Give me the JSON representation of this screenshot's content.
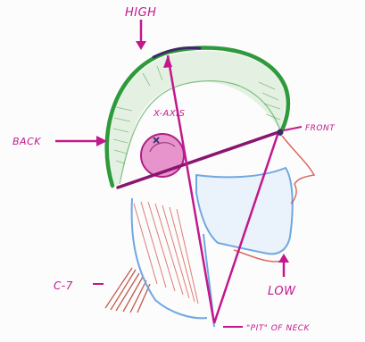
{
  "labels": {
    "high": "HIGH",
    "back": "BACK",
    "front": "FRONT",
    "x_axis": "X-AXIS",
    "low": "LOW",
    "c7": "C-7",
    "pit_of_neck": "\"PIT\" OF NECK"
  },
  "colors": {
    "cranium": "#2e9a3c",
    "neck": "#6fa8e0",
    "axes": "#c2188c",
    "hatch_red": "#d0463a",
    "hatch_blue": "#7ab0e4",
    "ear": "#b01f8a",
    "crosshair": "#3a2a66"
  }
}
